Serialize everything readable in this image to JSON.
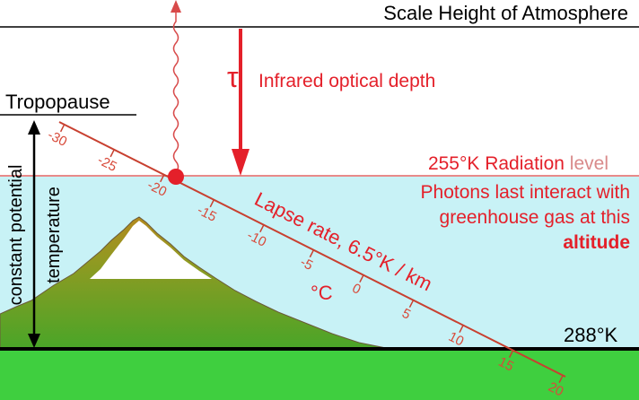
{
  "labels": {
    "scale_height": "Scale Height of Atmosphere",
    "tau_symbol": "τ",
    "optical_depth": "Infrared optical depth",
    "tropopause": "Tropopause",
    "radiation_level_main": "255°K Radiation",
    "radiation_level_suffix": "level",
    "photons_line1": "Photons last interact with",
    "photons_line2": "greenhouse gas at this",
    "photons_line3": "altitude",
    "lapse_rate": "Lapse  rate, 6.5°K / km",
    "degC": "°C",
    "potential_line1": "constant potential",
    "potential_line2": "temperature",
    "surface_temp": "288°K"
  },
  "lapse_ticks": [
    "-30",
    "-25",
    "-20",
    "-15",
    "-10",
    "-5",
    "0",
    "5",
    "10",
    "15",
    "20"
  ],
  "colors": {
    "red": "#e4202a",
    "pink_level": "#d98a8a",
    "lapse_line": "#c84030",
    "sky_upper": "#ffffff",
    "sky_lower": "#c8f2f6",
    "ground": "#3fcf3f",
    "hill_green": "#4aa528",
    "hill_brown": "#b38a1e",
    "snow": "#ffffff",
    "ink": "#000000"
  }
}
